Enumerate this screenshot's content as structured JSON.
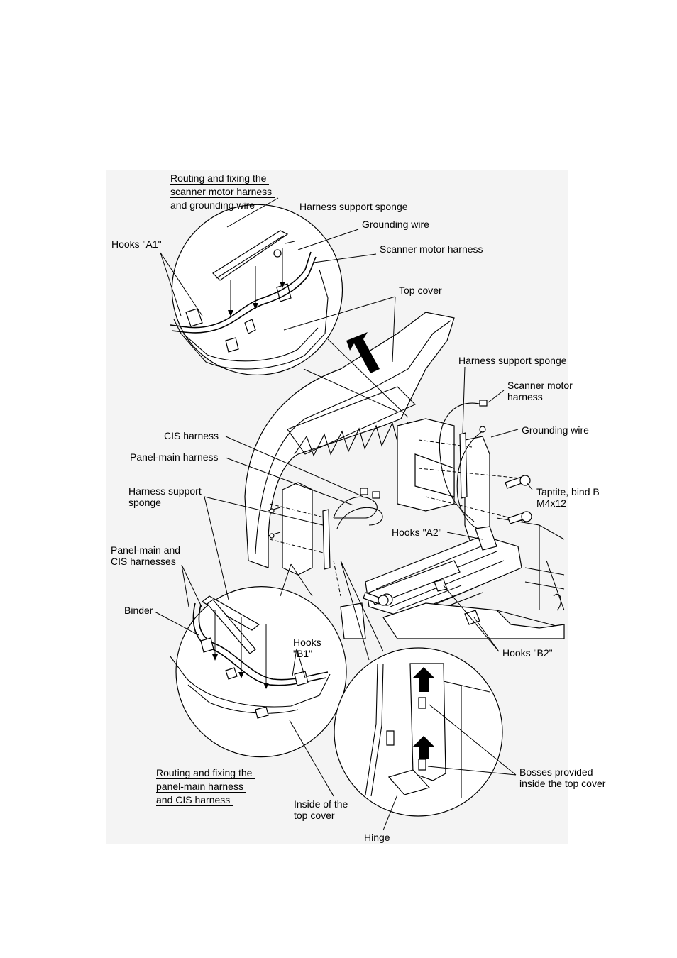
{
  "figure": {
    "callout_top": {
      "title_lines": [
        "Routing and fixing the",
        "scanner motor harness",
        "and grounding wire"
      ],
      "harness_support_sponge": "Harness support sponge",
      "grounding_wire": "Grounding wire",
      "scanner_motor_harness": "Scanner motor harness",
      "hooks_a1": "Hooks \"A1\""
    },
    "main": {
      "top_cover": "Top cover",
      "harness_support_sponge_right": "Harness support sponge",
      "scanner_motor_harness_lines": [
        "Scanner motor",
        "harness"
      ],
      "grounding_wire_right": "Grounding wire",
      "taptite_lines": [
        "Taptite, bind B",
        "M4x12"
      ],
      "hooks_a2": "Hooks \"A2\"",
      "cis_harness": "CIS harness",
      "panel_main_harness": "Panel-main harness",
      "harness_support_sponge_left_lines": [
        "Harness support",
        "sponge"
      ],
      "panel_main_cis_lines": [
        "Panel-main and",
        "CIS harnesses"
      ],
      "hooks_b2": "Hooks \"B2\""
    },
    "callout_bottom_left": {
      "binder": "Binder",
      "hooks_b1_lines": [
        "Hooks",
        "\"B1\""
      ],
      "title_lines": [
        "Routing and fixing the",
        "panel-main harness",
        "and CIS harness"
      ]
    },
    "callout_bottom_right": {
      "inside_top_cover_lines": [
        "Inside of the",
        "top cover"
      ],
      "hinge": "Hinge",
      "bosses_lines": [
        "Bosses provided",
        "inside the top cover"
      ]
    }
  }
}
